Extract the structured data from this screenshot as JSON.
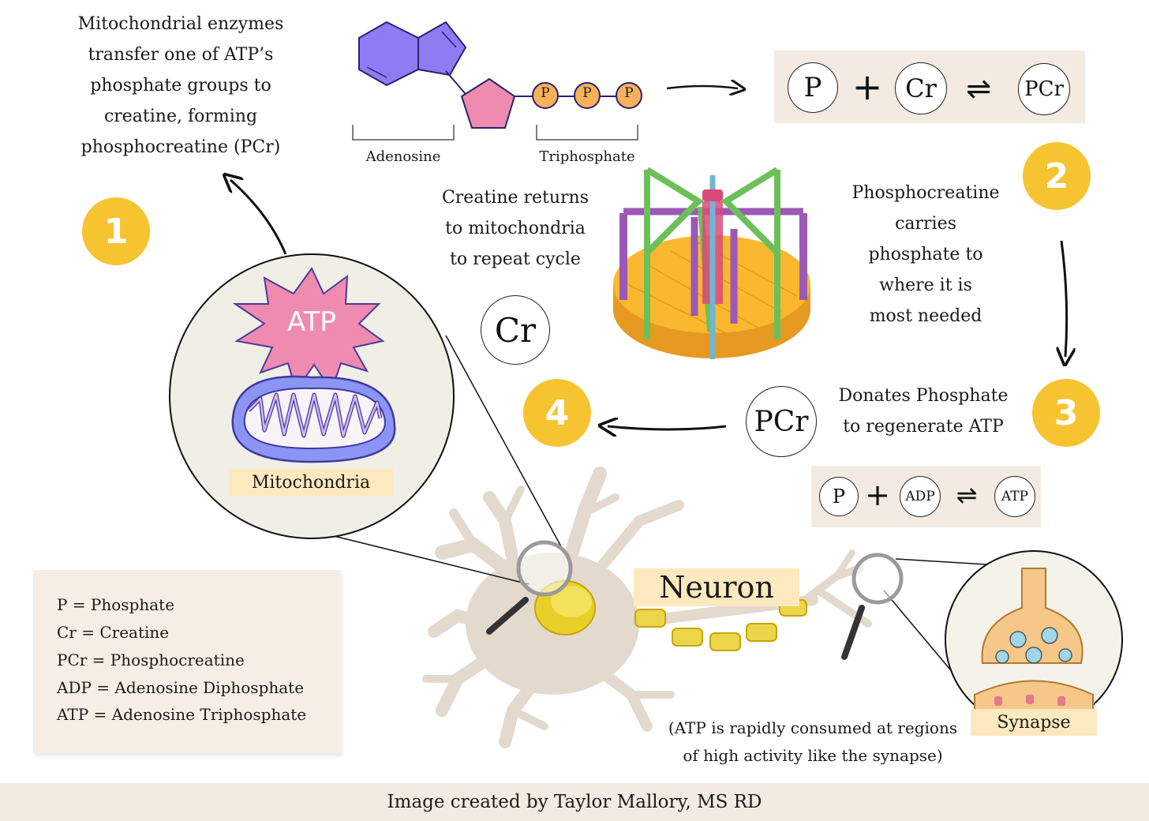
{
  "step1": {
    "badge": "1",
    "text_lines": [
      "Mitochondrial enzymes",
      "transfer one of ATP’s",
      "phosphate groups to",
      "creatine, forming",
      "phosphocreatine (PCr)"
    ]
  },
  "atp_molecule": {
    "phosphate_labels": [
      "P",
      "P",
      "P"
    ],
    "adenosine_label": "Adenosine",
    "triphosphate_label": "Triphosphate"
  },
  "equation_top": {
    "left": "P",
    "plus": "+",
    "middle": "Cr",
    "right": "PCr"
  },
  "step2": {
    "badge": "2",
    "text_lines": [
      "Phosphocreatine",
      "carries",
      "phosphate to",
      "where it is",
      "most needed"
    ]
  },
  "cycle_text": {
    "text_lines": [
      "Creatine returns",
      "to mitochondria",
      "to repeat cycle"
    ],
    "cr_label": "Cr"
  },
  "step3": {
    "badge": "3",
    "text_lines": [
      "Donates Phosphate",
      "to regenerate ATP"
    ]
  },
  "step4": {
    "badge": "4",
    "pcr_label": "PCr"
  },
  "equation_bottom": {
    "left": "P",
    "plus": "+",
    "middle": "ADP",
    "right": "ATP"
  },
  "mitochondria_zoom": {
    "atp_label": "ATP",
    "caption": "Mitochondria"
  },
  "neuron": {
    "label": "Neuron"
  },
  "synapse": {
    "caption": "Synapse"
  },
  "note_lines": [
    "(ATP is rapidly consumed at regions",
    "of high activity like the synapse)"
  ],
  "legend": [
    "P = Phosphate",
    "Cr = Creatine",
    "PCr = Phosphocreatine",
    "ADP = Adenosine Diphosphate",
    "ATP = Adenosine Triphosphate"
  ],
  "footer": "Image created by Taylor Mallory, MS RD",
  "colors": {
    "badge": "#f6c431",
    "beige_box": "#f3ebe1",
    "label_tag": "#fde9bf",
    "purine": "#8f7cf4",
    "ribose": "#f08bb0",
    "phosphate": "#f6b25b",
    "neuron": "#e3d9cd"
  }
}
